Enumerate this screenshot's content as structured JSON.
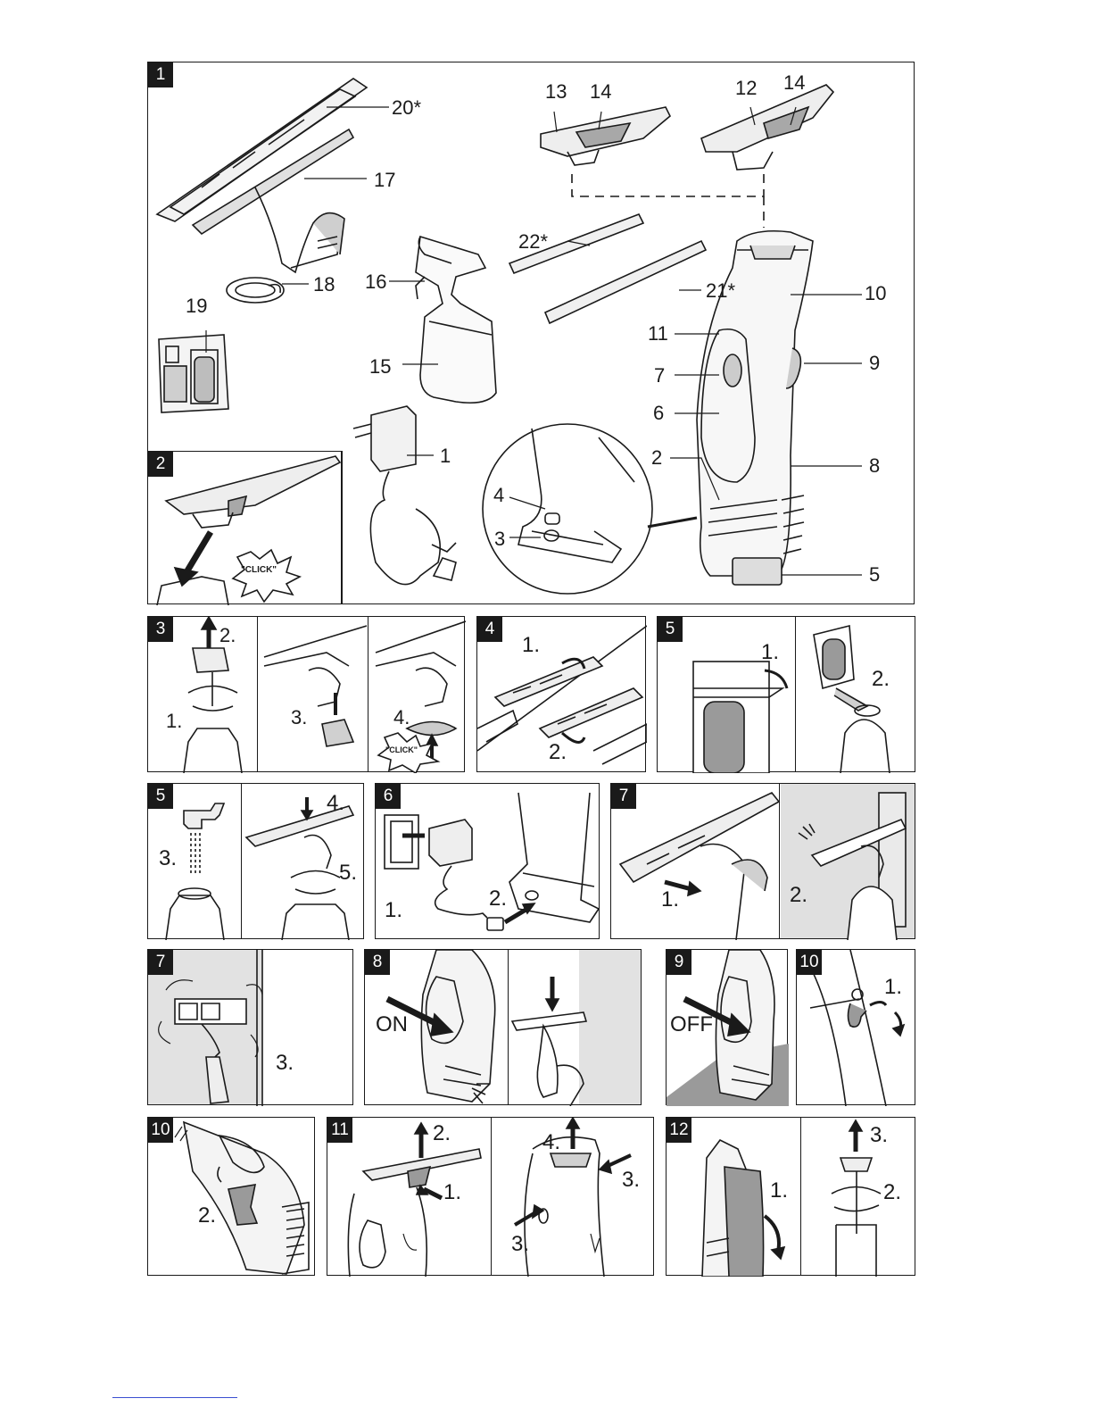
{
  "fig1": {
    "badge": "1",
    "callouts": [
      "20*",
      "17",
      "18",
      "19",
      "16",
      "15",
      "1",
      "13",
      "14",
      "12",
      "14",
      "22*",
      "21*",
      "10",
      "11",
      "7",
      "9",
      "6",
      "2",
      "8",
      "4",
      "3",
      "5"
    ]
  },
  "fig2": {
    "badge": "2",
    "click": "\"CLICK\""
  },
  "fig3": {
    "badge": "3",
    "steps": [
      "2.",
      "1.",
      "3.",
      "4."
    ],
    "click": "\"CLICK\""
  },
  "fig4": {
    "badge": "4",
    "steps": [
      "1.",
      "2."
    ]
  },
  "fig5a": {
    "badge": "5",
    "steps": [
      "1.",
      "2."
    ]
  },
  "fig5b": {
    "badge": "5",
    "steps": [
      "3.",
      "4.",
      "5."
    ]
  },
  "fig6": {
    "badge": "6",
    "steps": [
      "1.",
      "2."
    ]
  },
  "fig7a": {
    "badge": "7",
    "steps": [
      "1.",
      "2."
    ]
  },
  "fig7b": {
    "badge": "7",
    "steps": [
      "3."
    ]
  },
  "fig8": {
    "badge": "8",
    "switch_label": "ON"
  },
  "fig9": {
    "badge": "9",
    "switch_label": "OFF"
  },
  "fig10a": {
    "badge": "10",
    "steps": [
      "1."
    ]
  },
  "fig10b": {
    "badge": "10",
    "steps": [
      "2."
    ]
  },
  "fig11": {
    "badge": "11",
    "steps": [
      "2.",
      "1.",
      "4.",
      "3.",
      "3."
    ]
  },
  "fig12": {
    "badge": "12",
    "steps": [
      "1.",
      "3.",
      "2."
    ]
  },
  "colors": {
    "line": "#1a1a1a",
    "grey_fill": "#9a9a9a",
    "light_fill": "#e6e6e6",
    "wall_fill": "#dcdcdc",
    "link": "#3a4fd0"
  }
}
